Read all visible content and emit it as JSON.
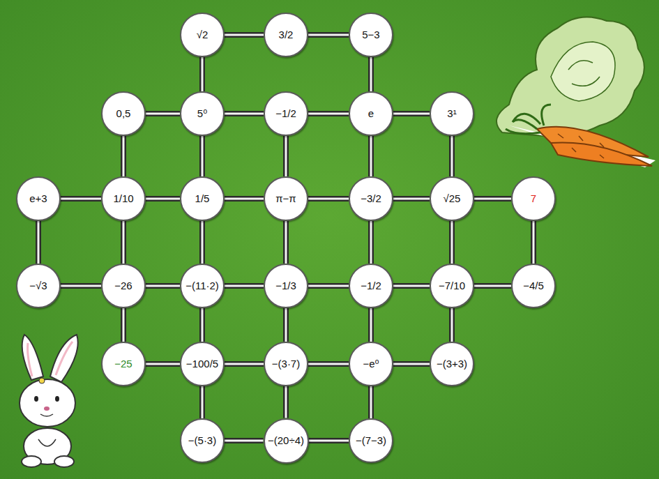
{
  "diagram": {
    "nodes": [
      {
        "text": [
          "√2"
        ]
      },
      {
        "text": [
          "3/2"
        ]
      },
      {
        "text": [
          "5−3"
        ]
      },
      {
        "text": [
          "0,5"
        ]
      },
      {
        "text": [
          "5⁰"
        ]
      },
      {
        "text": [
          "−1/2"
        ]
      },
      {
        "text": [
          "e"
        ]
      },
      {
        "text": [
          "3¹"
        ]
      },
      {
        "text": [
          "e+3"
        ]
      },
      {
        "text": [
          "1/10"
        ]
      },
      {
        "text": [
          "1/5"
        ]
      },
      {
        "text": [
          "π−π"
        ]
      },
      {
        "text": [
          "−3/2"
        ]
      },
      {
        "text": [
          "√25"
        ]
      },
      {
        "text": [
          "7"
        ]
      },
      {
        "text": [
          "−√3"
        ]
      },
      {
        "text": [
          "−26"
        ]
      },
      {
        "text": [
          "−(11·2)"
        ]
      },
      {
        "text": [
          "−1/3"
        ]
      },
      {
        "text": [
          "−1/2"
        ]
      },
      {
        "text": [
          "−7/10"
        ]
      },
      {
        "text": [
          "−4/5"
        ]
      },
      {
        "text": [
          "−25"
        ]
      },
      {
        "text": [
          "−100/5"
        ]
      },
      {
        "text": [
          "−(3·7)"
        ]
      },
      {
        "text": [
          "−e⁰"
        ]
      },
      {
        "text": [
          "−(3+3)"
        ]
      },
      {
        "text": [
          "−(5·3)"
        ]
      },
      {
        "text": [
          "−(20÷4)"
        ]
      },
      {
        "text": [
          "−(7−3)"
        ]
      }
    ],
    "edges": [
      {
        "from": 0,
        "to": 1,
        "arrow": "none"
      },
      {
        "from": 1,
        "to": 2,
        "arrow": "none"
      },
      {
        "from": 0,
        "to": 4,
        "arrow": "none"
      },
      {
        "from": 2,
        "to": 6,
        "arrow": "none"
      },
      {
        "from": 3,
        "to": 4,
        "arrow": "none"
      },
      {
        "from": 4,
        "to": 5,
        "arrow": "none"
      },
      {
        "from": 5,
        "to": 6,
        "arrow": "none"
      },
      {
        "from": 6,
        "to": 7,
        "arrow": "none"
      },
      {
        "from": 3,
        "to": 9,
        "arrow": "none"
      },
      {
        "from": 4,
        "to": 10,
        "arrow": "none"
      },
      {
        "from": 5,
        "to": 11,
        "arrow": "none"
      },
      {
        "from": 6,
        "to": 12,
        "arrow": "none"
      },
      {
        "from": 7,
        "to": 13,
        "arrow": "none"
      },
      {
        "from": 8,
        "to": 9,
        "arrow": "none"
      },
      {
        "from": 9,
        "to": 10,
        "arrow": "none"
      },
      {
        "from": 10,
        "to": 11,
        "arrow": "none"
      },
      {
        "from": 11,
        "to": 12,
        "arrow": "none"
      },
      {
        "from": 12,
        "to": 13,
        "arrow": "none"
      },
      {
        "from": 13,
        "to": 14,
        "arrow": "none"
      },
      {
        "from": 8,
        "to": 15,
        "arrow": "none"
      },
      {
        "from": 9,
        "to": 16,
        "arrow": "none"
      },
      {
        "from": 10,
        "to": 17,
        "arrow": "none"
      },
      {
        "from": 11,
        "to": 18,
        "arrow": "none"
      },
      {
        "from": 12,
        "to": 19,
        "arrow": "none"
      },
      {
        "from": 13,
        "to": 20,
        "arrow": "none"
      },
      {
        "from": 14,
        "to": 21,
        "arrow": "none"
      },
      {
        "from": 15,
        "to": 16,
        "arrow": "none"
      },
      {
        "from": 16,
        "to": 17,
        "arrow": "none"
      },
      {
        "from": 17,
        "to": 18,
        "arrow": "none"
      },
      {
        "from": 18,
        "to": 19,
        "arrow": "none"
      },
      {
        "from": 19,
        "to": 20,
        "arrow": "none"
      },
      {
        "from": 20,
        "to": 21,
        "arrow": "none"
      },
      {
        "from": 16,
        "to": 22,
        "arrow": "none"
      },
      {
        "from": 17,
        "to": 23,
        "arrow": "none"
      },
      {
        "from": 18,
        "to": 24,
        "arrow": "none"
      },
      {
        "from": 19,
        "to": 25,
        "arrow": "none"
      },
      {
        "from": 20,
        "to": 26,
        "arrow": "none"
      },
      {
        "from": 22,
        "to": 23,
        "arrow": "none"
      },
      {
        "from": 23,
        "to": 24,
        "arrow": "none"
      },
      {
        "from": 24,
        "to": 25,
        "arrow": "none"
      },
      {
        "from": 25,
        "to": 26,
        "arrow": "none"
      },
      {
        "from": 23,
        "to": 27,
        "arrow": "none"
      },
      {
        "from": 24,
        "to": 28,
        "arrow": "none"
      },
      {
        "from": 25,
        "to": 29,
        "arrow": "none"
      },
      {
        "from": 27,
        "to": 28,
        "arrow": "none"
      },
      {
        "from": 28,
        "to": 29,
        "arrow": "none"
      }
    ]
  }
}
